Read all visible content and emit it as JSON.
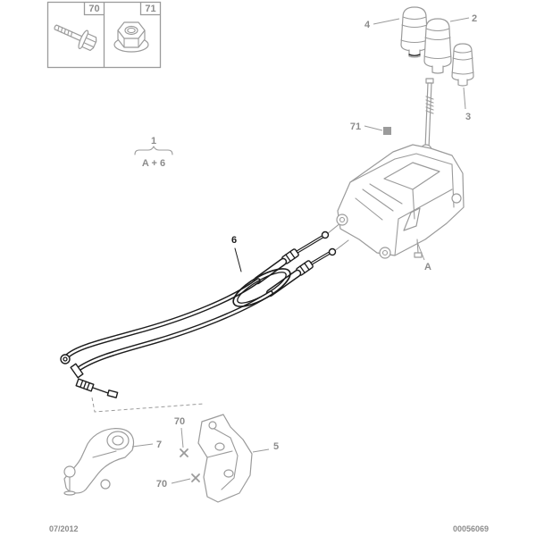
{
  "inset": {
    "bolt_label": "70",
    "nut_label": "71"
  },
  "callouts": {
    "knob_left": "4",
    "knob_middle": "2",
    "knob_right": "3",
    "lever_fastener": "71",
    "assembly": "1",
    "assembly_composition": "A + 6",
    "cable_assembly": "6",
    "shifter_housing": "A",
    "bracket_left": "7",
    "bracket_right": "5",
    "fastener_upper": "70",
    "fastener_lower": "70"
  },
  "footer": {
    "date": "07/2012",
    "reference": "00056069"
  },
  "colors": {
    "line": "#9b9b9b",
    "highlight": "#1c1c1c",
    "label": "#8c8c8c",
    "background": "#ffffff"
  }
}
